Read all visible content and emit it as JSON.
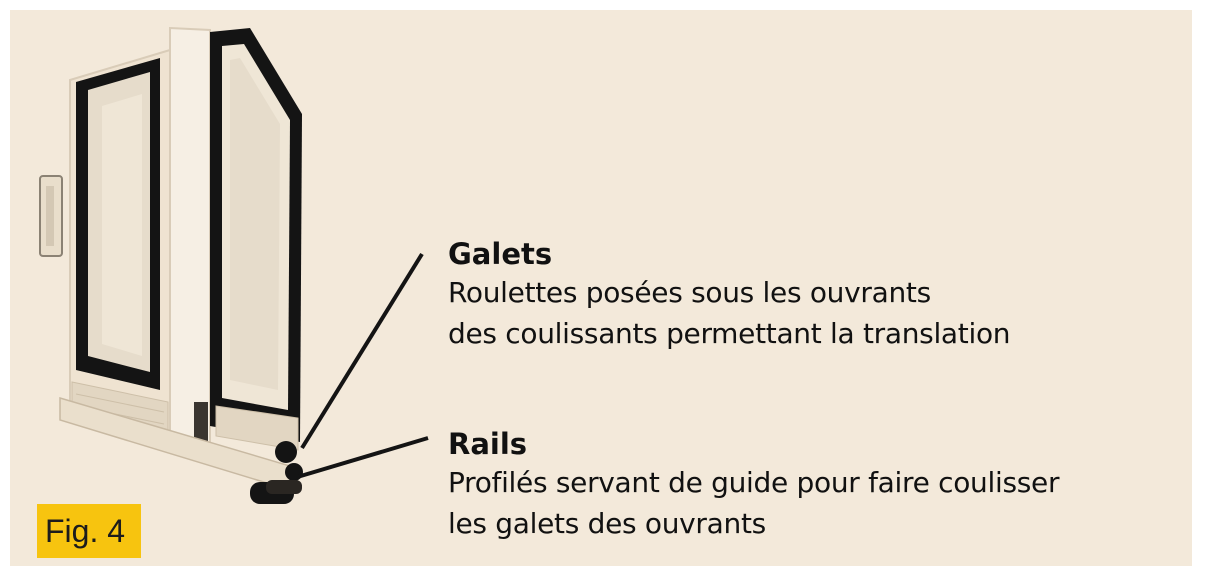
{
  "figure_label": "Fig. 4",
  "annotations": {
    "galets": {
      "title": "Galets",
      "lines": [
        "Roulettes posées sous les ouvrants",
        "des coulissants permettant la translation"
      ]
    },
    "rails": {
      "title": "Rails",
      "lines": [
        "Profilés servant de guide pour faire coulisser",
        "les galets des ouvrants"
      ]
    }
  },
  "colors": {
    "background": "#f3e9da",
    "frame": "#141414",
    "fig_label_bg": "#f7c40f"
  }
}
